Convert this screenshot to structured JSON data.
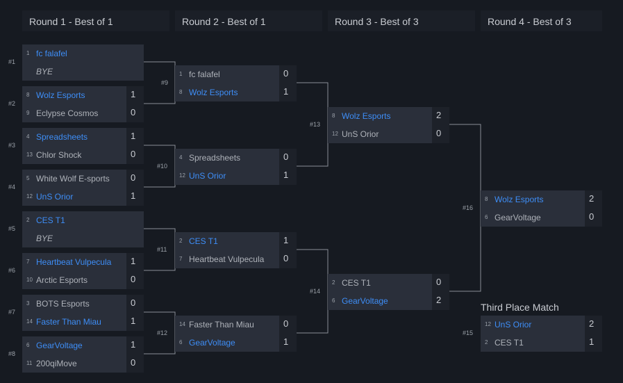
{
  "rounds": [
    "Round 1 - Best of 1",
    "Round 2 - Best of 1",
    "Round 3 - Best of 3",
    "Round 4 - Best of 3"
  ],
  "matches": [
    {
      "label": "#1",
      "teams": [
        {
          "seed": "1",
          "name": "fc falafel",
          "score": "",
          "win": true
        },
        {
          "seed": "",
          "name": "BYE",
          "score": "",
          "bye": true
        }
      ]
    },
    {
      "label": "#2",
      "teams": [
        {
          "seed": "8",
          "name": "Wolz Esports",
          "score": "1",
          "win": true
        },
        {
          "seed": "9",
          "name": "Eclypse Cosmos",
          "score": "0"
        }
      ]
    },
    {
      "label": "#3",
      "teams": [
        {
          "seed": "4",
          "name": "Spreadsheets",
          "score": "1",
          "win": true
        },
        {
          "seed": "13",
          "name": "Chlor Shock",
          "score": "0"
        }
      ]
    },
    {
      "label": "#4",
      "teams": [
        {
          "seed": "5",
          "name": "White Wolf E-sports",
          "score": "0"
        },
        {
          "seed": "12",
          "name": "UnS Orior",
          "score": "1",
          "win": true
        }
      ]
    },
    {
      "label": "#5",
      "teams": [
        {
          "seed": "2",
          "name": "CES T1",
          "score": "",
          "win": true
        },
        {
          "seed": "",
          "name": "BYE",
          "score": "",
          "bye": true
        }
      ]
    },
    {
      "label": "#6",
      "teams": [
        {
          "seed": "7",
          "name": "Heartbeat Vulpecula",
          "score": "1",
          "win": true
        },
        {
          "seed": "10",
          "name": "Arctic Esports",
          "score": "0"
        }
      ]
    },
    {
      "label": "#7",
      "teams": [
        {
          "seed": "3",
          "name": "BOTS Esports",
          "score": "0"
        },
        {
          "seed": "14",
          "name": "Faster Than Miau",
          "score": "1",
          "win": true
        }
      ]
    },
    {
      "label": "#8",
      "teams": [
        {
          "seed": "6",
          "name": "GearVoltage",
          "score": "1",
          "win": true
        },
        {
          "seed": "11",
          "name": "200qiMove",
          "score": "0"
        }
      ]
    },
    {
      "label": "#9",
      "teams": [
        {
          "seed": "1",
          "name": "fc falafel",
          "score": "0"
        },
        {
          "seed": "8",
          "name": "Wolz Esports",
          "score": "1",
          "win": true
        }
      ]
    },
    {
      "label": "#10",
      "teams": [
        {
          "seed": "4",
          "name": "Spreadsheets",
          "score": "0"
        },
        {
          "seed": "12",
          "name": "UnS Orior",
          "score": "1",
          "win": true
        }
      ]
    },
    {
      "label": "#11",
      "teams": [
        {
          "seed": "2",
          "name": "CES T1",
          "score": "1",
          "win": true
        },
        {
          "seed": "7",
          "name": "Heartbeat Vulpecula",
          "score": "0"
        }
      ]
    },
    {
      "label": "#12",
      "teams": [
        {
          "seed": "14",
          "name": "Faster Than Miau",
          "score": "0"
        },
        {
          "seed": "6",
          "name": "GearVoltage",
          "score": "1",
          "win": true
        }
      ]
    },
    {
      "label": "#13",
      "teams": [
        {
          "seed": "8",
          "name": "Wolz Esports",
          "score": "2",
          "win": true
        },
        {
          "seed": "12",
          "name": "UnS Orior",
          "score": "0"
        }
      ]
    },
    {
      "label": "#14",
      "teams": [
        {
          "seed": "2",
          "name": "CES T1",
          "score": "0"
        },
        {
          "seed": "6",
          "name": "GearVoltage",
          "score": "2",
          "win": true
        }
      ]
    },
    {
      "label": "#16",
      "teams": [
        {
          "seed": "8",
          "name": "Wolz Esports",
          "score": "2",
          "win": true
        },
        {
          "seed": "6",
          "name": "GearVoltage",
          "score": "0"
        }
      ]
    },
    {
      "label": "#15",
      "teams": [
        {
          "seed": "12",
          "name": "UnS Orior",
          "score": "2",
          "win": true
        },
        {
          "seed": "2",
          "name": "CES T1",
          "score": "1"
        }
      ]
    }
  ],
  "third_place_title": "Third Place Match",
  "colors": {
    "winner": "#3e8ef7",
    "text": "#aeb2b9",
    "slot": "#2a2f3a",
    "line": "#8a8f97"
  }
}
